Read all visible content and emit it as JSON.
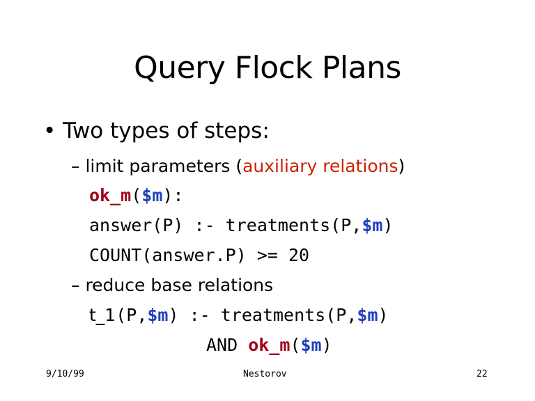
{
  "slide": {
    "title": "Query Flock Plans",
    "bullet": "• Two types of steps:",
    "item1": {
      "dash_prefix": "– limit parameters (",
      "highlight": "auxiliary relations",
      "dash_suffix": ")",
      "okm_name": "ok_m",
      "okm_open": "(",
      "okm_param": "$m",
      "okm_close": "):",
      "answer_rule": "answer(P) :- treatments(P,",
      "answer_param": "$m",
      "answer_close": ")",
      "count_line": "COUNT(answer.P) >= 20"
    },
    "item2": {
      "dash_text": "– reduce base relations",
      "t1_name": "t_1",
      "t1_args_open": "(P,",
      "t1_param": "$m",
      "t1_rule": ") :- treatments(P,",
      "t1_param2": "$m",
      "t1_close": ")",
      "and_kw": "AND ",
      "and_okm": "ok_m",
      "and_open": "(",
      "and_param": "$m",
      "and_close": ")"
    }
  },
  "footer": {
    "date": "9/10/99",
    "author": "Nestorov",
    "page": "22"
  },
  "colors": {
    "highlight_red": "#cc2200",
    "param_blue": "#1f3fbf",
    "name_maroon": "#a0001a"
  }
}
